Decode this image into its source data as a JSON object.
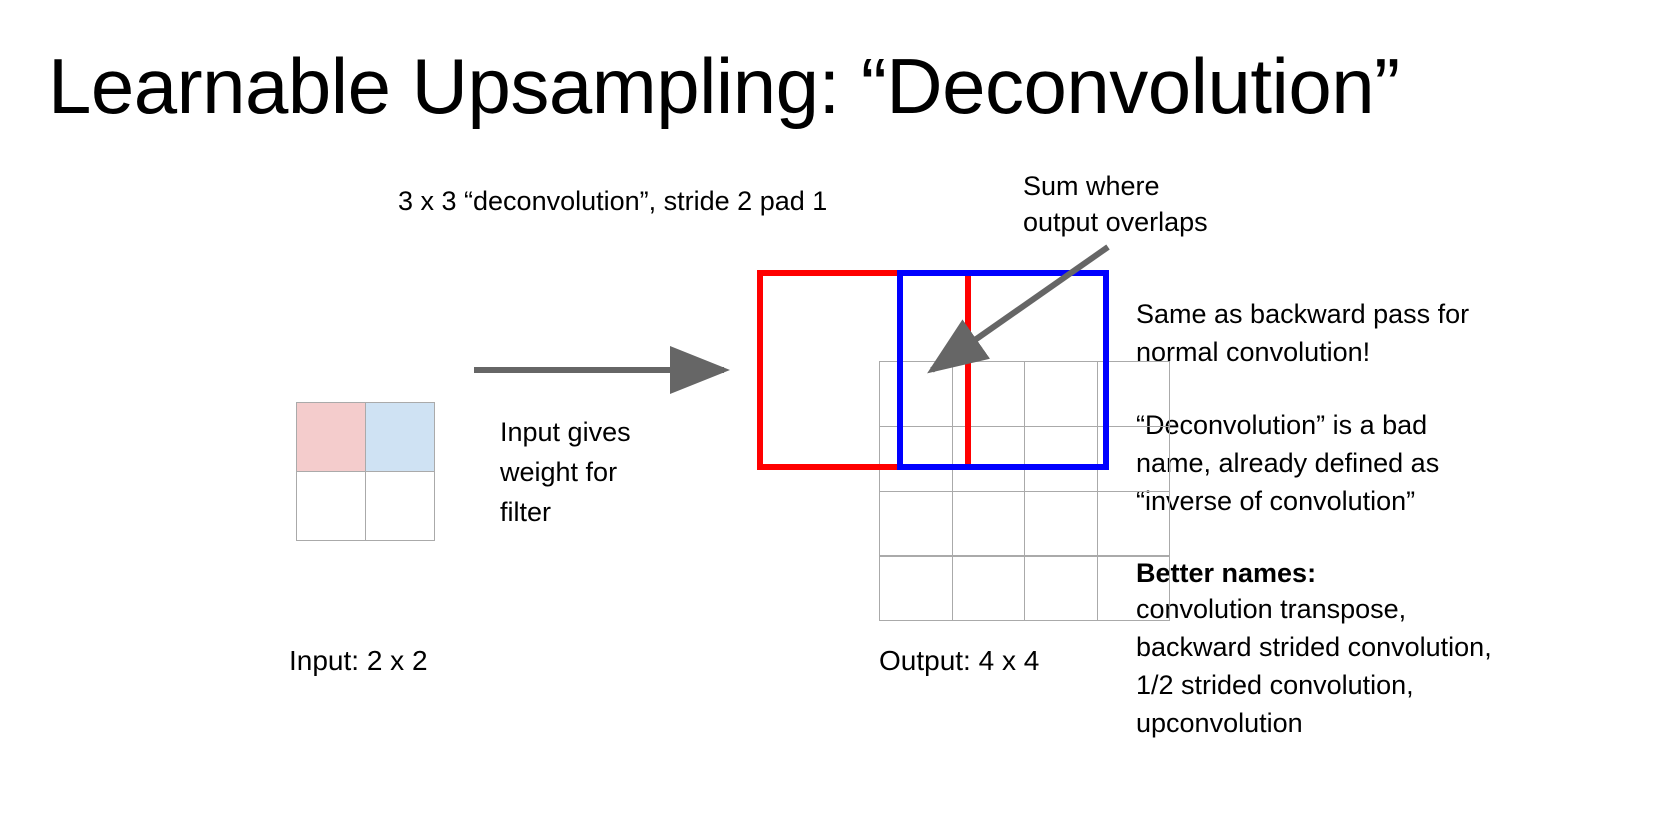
{
  "slide": {
    "title": "Learnable Upsampling: “Deconvolution”",
    "background_color": "#ffffff"
  },
  "annotations": {
    "deconv_caption": "3 x 3 “deconvolution”, stride 2 pad 1",
    "sum_where_overlaps": "Sum where\noutput overlaps",
    "input_gives_weight": "Input gives\nweight for\nfilter",
    "same_as_backward": "Same as backward pass for\nnormal convolution!",
    "bad_name": "“Deconvolution” is a bad\nname, already defined as\n“inverse of convolution”",
    "better_names_heading": "Better names:",
    "better_names_list": "convolution transpose,\nbackward strided convolution,\n1/2 strided convolution,\nupconvolution"
  },
  "input_grid": {
    "label": "Input: 2 x 2",
    "rows": 2,
    "cols": 2,
    "cells": [
      {
        "name": "input-cell-r0c0",
        "fill": "#f4cccc"
      },
      {
        "name": "input-cell-r0c1",
        "fill": "#cfe2f3"
      },
      {
        "name": "input-cell-r1c0",
        "fill": "#ffffff"
      },
      {
        "name": "input-cell-r1c1",
        "fill": "#ffffff"
      }
    ],
    "border_color": "#aaaaaa"
  },
  "output_grid": {
    "label": "Output: 4 x 4",
    "rows": 4,
    "cols": 4,
    "border_color": "#aaaaaa"
  },
  "highlight_boxes": [
    {
      "name": "red-filter-box",
      "color": "#ff0000",
      "source_cell": "input-cell-r0c0"
    },
    {
      "name": "blue-filter-box",
      "color": "#0000ff",
      "source_cell": "input-cell-r0c1"
    }
  ],
  "arrows": [
    {
      "name": "input-to-output-arrow",
      "color": "#666666"
    },
    {
      "name": "overlap-pointer-arrow",
      "color": "#666666"
    }
  ]
}
